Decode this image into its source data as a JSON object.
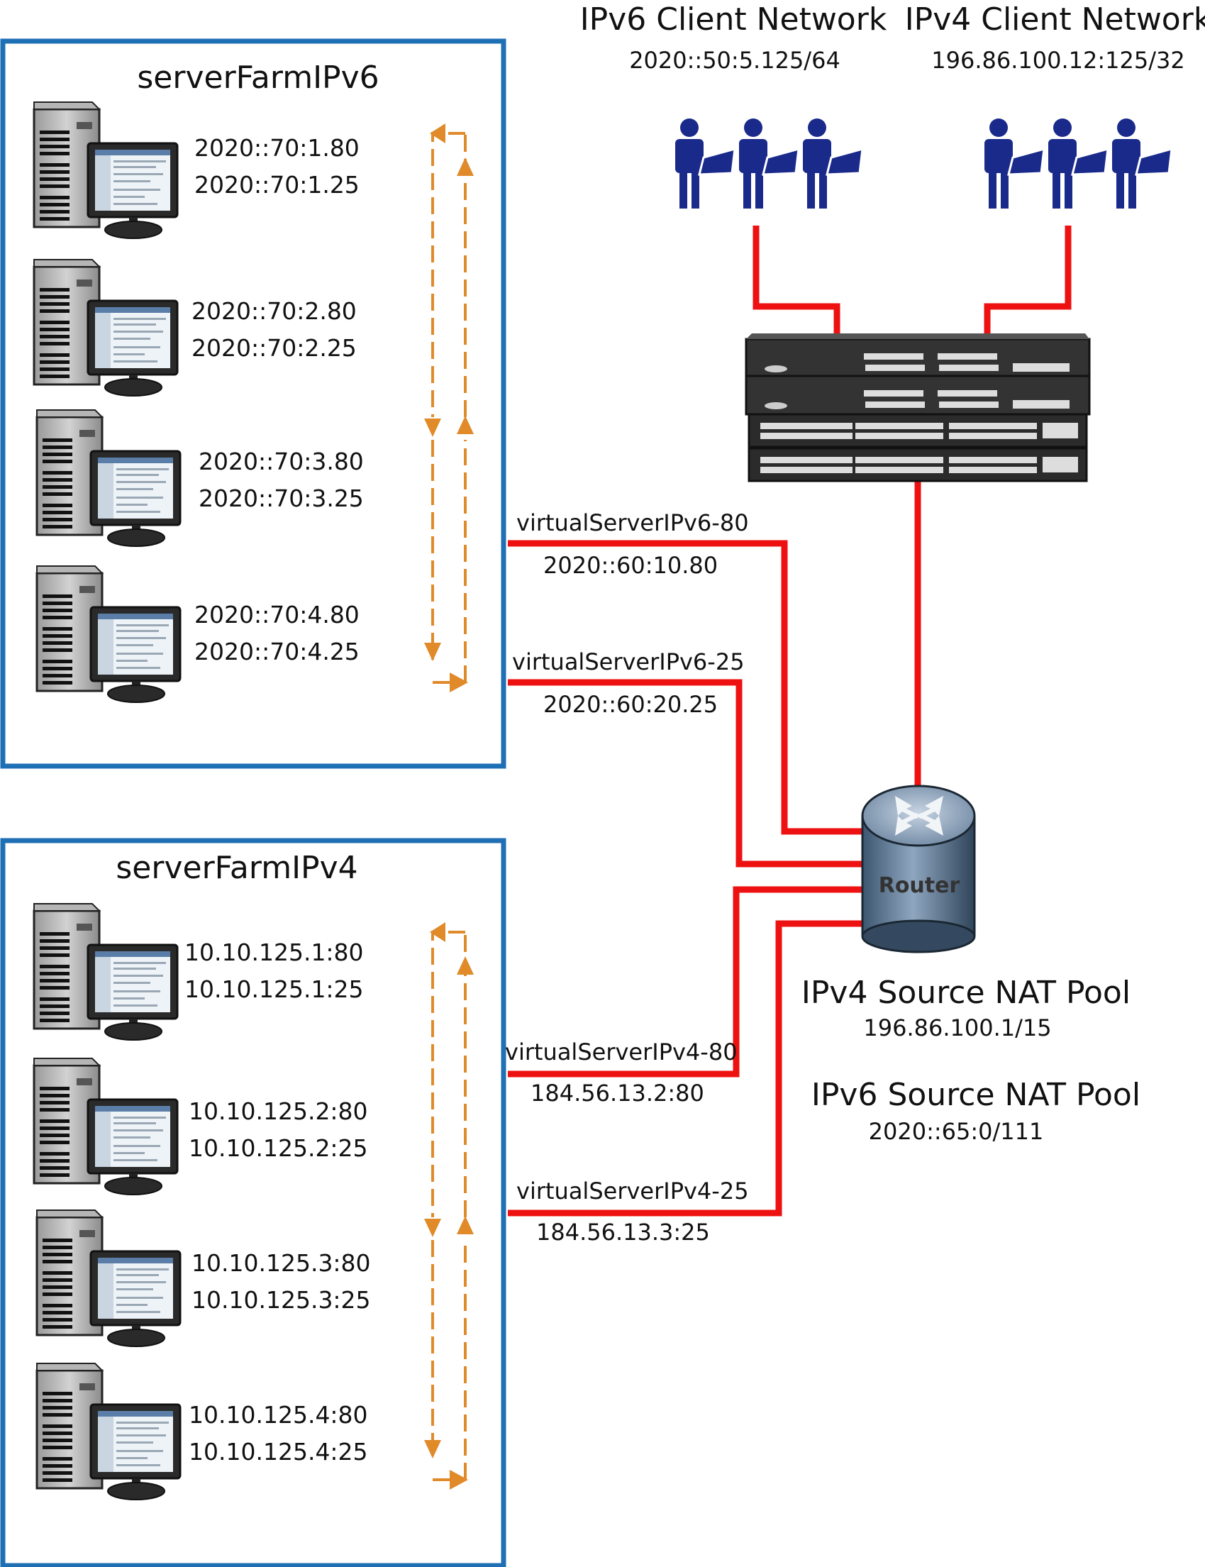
{
  "colors": {
    "farm_border": "#1f6fb5",
    "link": "#ee1111",
    "balance_arrow": "#e08a2a",
    "user": "#1a2a8a"
  },
  "serverFarmIPv6": {
    "title": "serverFarmIPv6",
    "servers": [
      {
        "addr_80": "2020::70:1.80",
        "addr_25": "2020::70:1.25"
      },
      {
        "addr_80": "2020::70:2.80",
        "addr_25": "2020::70:2.25"
      },
      {
        "addr_80": "2020::70:3.80",
        "addr_25": "2020::70:3.25"
      },
      {
        "addr_80": "2020::70:4.80",
        "addr_25": "2020::70:4.25"
      }
    ]
  },
  "serverFarmIPv4": {
    "title": "serverFarmIPv4",
    "servers": [
      {
        "addr_80": "10.10.125.1:80",
        "addr_25": "10.10.125.1:25"
      },
      {
        "addr_80": "10.10.125.2:80",
        "addr_25": "10.10.125.2:25"
      },
      {
        "addr_80": "10.10.125.3:80",
        "addr_25": "10.10.125.3:25"
      },
      {
        "addr_80": "10.10.125.4:80",
        "addr_25": "10.10.125.4:25"
      }
    ]
  },
  "virtual_servers": [
    {
      "name": "virtualServerIPv6-80",
      "addr": "2020::60:10.80"
    },
    {
      "name": "virtualServerIPv6-25",
      "addr": "2020::60:20.25"
    },
    {
      "name": "virtualServerIPv4-80",
      "addr": "184.56.13.2:80"
    },
    {
      "name": "virtualServerIPv4-25",
      "addr": "184.56.13.3:25"
    }
  ],
  "client_networks": [
    {
      "title": "IPv6 Client Network",
      "subnet": "2020::50:5.125/64"
    },
    {
      "title": "IPv4 Client Network",
      "subnet": "196.86.100.12:125/32"
    }
  ],
  "router": {
    "label": "Router"
  },
  "nat_pools": [
    {
      "title": "IPv4 Source NAT Pool",
      "range": "196.86.100.1/15"
    },
    {
      "title": "IPv6 Source NAT Pool",
      "range": "2020::65:0/111"
    }
  ]
}
